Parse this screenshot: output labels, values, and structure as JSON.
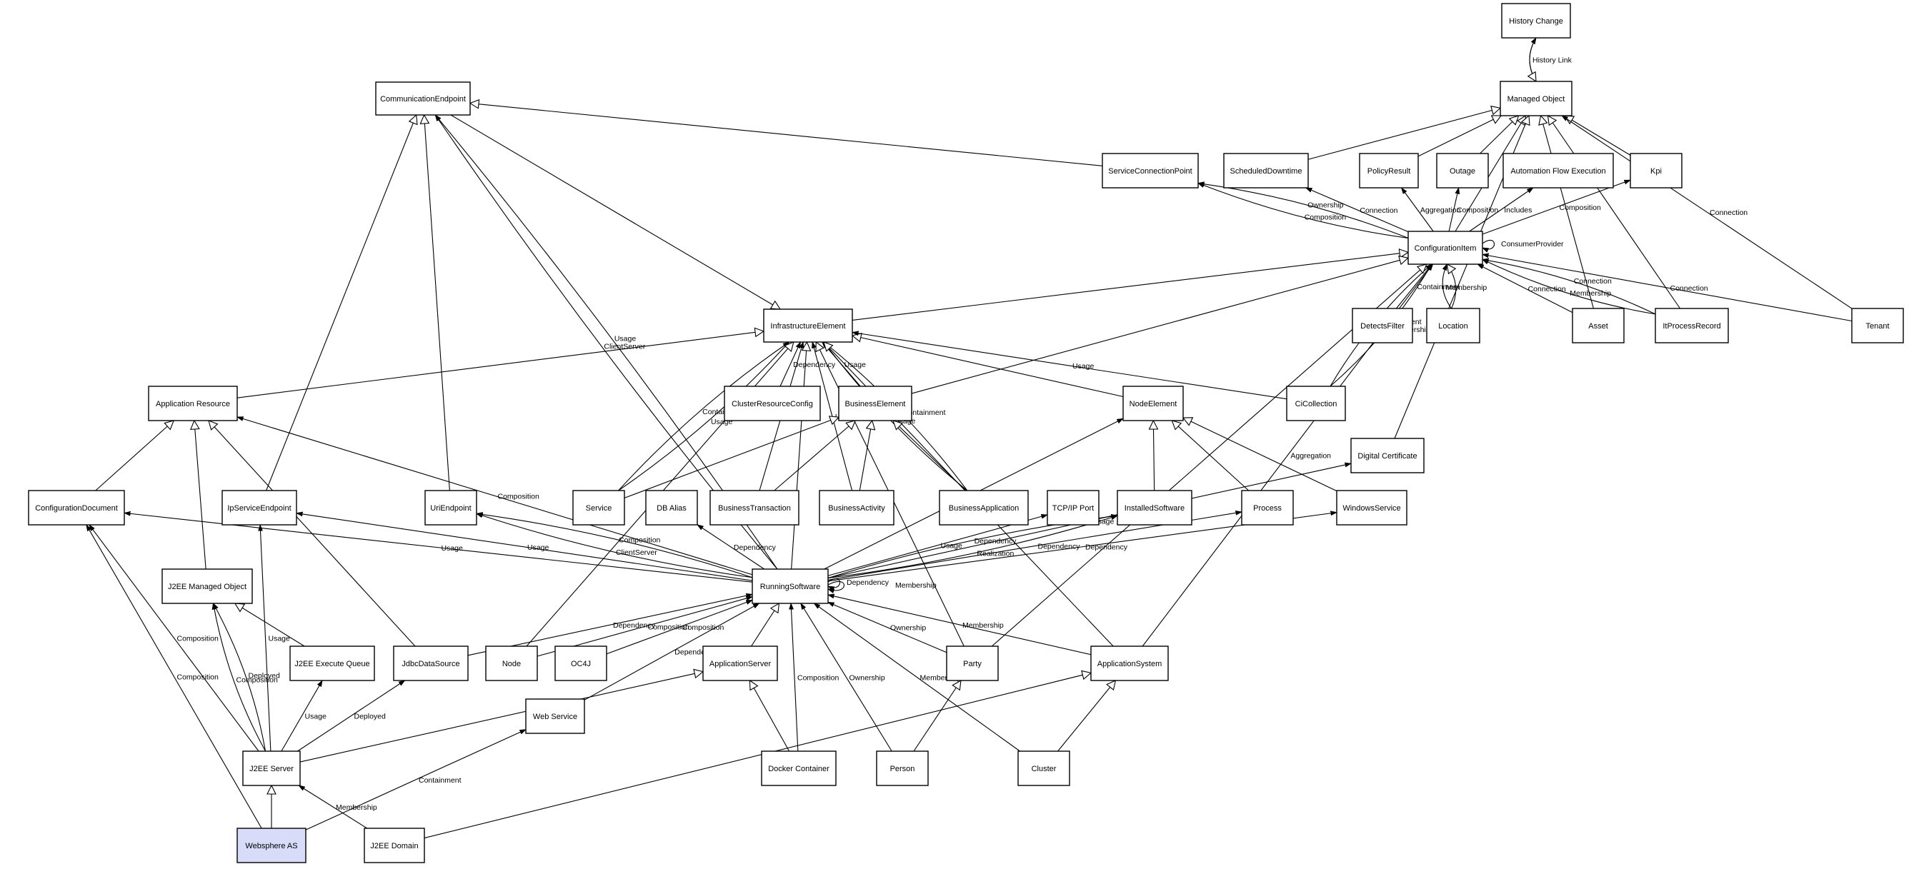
{
  "diagram": {
    "colors": {
      "stroke": "#000000",
      "node_fill": "#ffffff",
      "highlight_fill": "#d8dcf8"
    },
    "nodes": [
      {
        "id": "history_change",
        "label": "History Change"
      },
      {
        "id": "managed_object",
        "label": "Managed Object"
      },
      {
        "id": "communication_endpoint",
        "label": "CommunicationEndpoint"
      },
      {
        "id": "service_connection_point",
        "label": "ServiceConnectionPoint"
      },
      {
        "id": "scheduled_downtime",
        "label": "ScheduledDowntime"
      },
      {
        "id": "policy_result",
        "label": "PolicyResult"
      },
      {
        "id": "outage",
        "label": "Outage"
      },
      {
        "id": "automation_flow_execution",
        "label": "Automation Flow Execution"
      },
      {
        "id": "kpi",
        "label": "Kpi"
      },
      {
        "id": "configuration_item",
        "label": "ConfigurationItem"
      },
      {
        "id": "infrastructure_element",
        "label": "InfrastructureElement"
      },
      {
        "id": "detects_filter",
        "label": "DetectsFilter"
      },
      {
        "id": "location",
        "label": "Location"
      },
      {
        "id": "asset",
        "label": "Asset"
      },
      {
        "id": "itprocess_record",
        "label": "ItProcessRecord"
      },
      {
        "id": "tenant",
        "label": "Tenant"
      },
      {
        "id": "application_resource",
        "label": "Application Resource"
      },
      {
        "id": "cluster_resource_config",
        "label": "ClusterResourceConfig"
      },
      {
        "id": "business_element",
        "label": "BusinessElement"
      },
      {
        "id": "node_element",
        "label": "NodeElement"
      },
      {
        "id": "ci_collection",
        "label": "CiCollection"
      },
      {
        "id": "digital_certificate",
        "label": "Digital Certificate"
      },
      {
        "id": "configuration_document",
        "label": "ConfigurationDocument"
      },
      {
        "id": "ip_service_endpoint",
        "label": "IpServiceEndpoint"
      },
      {
        "id": "uri_endpoint",
        "label": "UriEndpoint"
      },
      {
        "id": "service",
        "label": "Service"
      },
      {
        "id": "db_alias",
        "label": "DB Alias"
      },
      {
        "id": "business_transaction",
        "label": "BusinessTransaction"
      },
      {
        "id": "business_activity",
        "label": "BusinessActivity"
      },
      {
        "id": "business_application",
        "label": "BusinessApplication"
      },
      {
        "id": "tcpip_port",
        "label": "TCP/IP Port"
      },
      {
        "id": "installed_software",
        "label": "InstalledSoftware"
      },
      {
        "id": "process",
        "label": "Process"
      },
      {
        "id": "windows_service",
        "label": "WindowsService"
      },
      {
        "id": "j2ee_managed_object",
        "label": "J2EE Managed Object"
      },
      {
        "id": "running_software",
        "label": "RunningSoftware"
      },
      {
        "id": "j2ee_execute_queue",
        "label": "J2EE Execute Queue"
      },
      {
        "id": "jdbc_data_source",
        "label": "JdbcDataSource"
      },
      {
        "id": "node",
        "label": "Node"
      },
      {
        "id": "oc4j",
        "label": "OC4J"
      },
      {
        "id": "application_server",
        "label": "ApplicationServer"
      },
      {
        "id": "party",
        "label": "Party"
      },
      {
        "id": "application_system",
        "label": "ApplicationSystem"
      },
      {
        "id": "web_service",
        "label": "Web Service"
      },
      {
        "id": "j2ee_server",
        "label": "J2EE Server"
      },
      {
        "id": "docker_container",
        "label": "Docker Container"
      },
      {
        "id": "person",
        "label": "Person"
      },
      {
        "id": "cluster",
        "label": "Cluster"
      },
      {
        "id": "websphere_as",
        "label": "Websphere AS"
      },
      {
        "id": "j2ee_domain",
        "label": "J2EE Domain"
      }
    ],
    "edges": [
      {
        "from": "managed_object",
        "to": "history_change",
        "label": "History Link",
        "arrow": "filled"
      },
      {
        "from": "history_change",
        "to": "managed_object",
        "label": "",
        "arrow": "hollow"
      },
      {
        "from": "service_connection_point",
        "to": "communication_endpoint",
        "label": "",
        "arrow": "hollow"
      },
      {
        "from": "communication_endpoint",
        "to": "infrastructure_element",
        "label": "",
        "arrow": "hollow"
      },
      {
        "from": "scheduled_downtime",
        "to": "managed_object",
        "label": "",
        "arrow": "hollow"
      },
      {
        "from": "policy_result",
        "to": "managed_object",
        "label": "",
        "arrow": "hollow"
      },
      {
        "from": "outage",
        "to": "managed_object",
        "label": "",
        "arrow": "hollow"
      },
      {
        "from": "kpi",
        "to": "managed_object",
        "label": "",
        "arrow": "hollow"
      },
      {
        "from": "configuration_item",
        "to": "managed_object",
        "label": "",
        "arrow": "hollow"
      },
      {
        "from": "digital_certificate",
        "to": "managed_object",
        "label": "",
        "arrow": "hollow"
      },
      {
        "from": "asset",
        "to": "managed_object",
        "label": "",
        "arrow": "hollow"
      },
      {
        "from": "itprocess_record",
        "to": "managed_object",
        "label": "",
        "arrow": "hollow"
      },
      {
        "from": "tenant",
        "to": "managed_object",
        "label": "Connection",
        "arrow": "filled"
      },
      {
        "from": "configuration_item",
        "to": "service_connection_point",
        "label": "Composition",
        "arrow": "filled"
      },
      {
        "from": "configuration_item",
        "to": "service_connection_point",
        "label": "Ownership",
        "arrow": "filled"
      },
      {
        "from": "configuration_item",
        "to": "scheduled_downtime",
        "label": "Connection",
        "arrow": "filled"
      },
      {
        "from": "configuration_item",
        "to": "policy_result",
        "label": "Aggregation",
        "arrow": "filled"
      },
      {
        "from": "configuration_item",
        "to": "outage",
        "label": "Composition",
        "arrow": "filled"
      },
      {
        "from": "configuration_item",
        "to": "automation_flow_execution",
        "label": "Includes",
        "arrow": "filled"
      },
      {
        "from": "configuration_item",
        "to": "kpi",
        "label": "Composition",
        "arrow": "filled"
      },
      {
        "from": "configuration_item",
        "to": "configuration_item",
        "label": "ConsumerProvider",
        "arrow": "filled"
      },
      {
        "from": "detects_filter",
        "to": "configuration_item",
        "label": "Containment",
        "arrow": "filled"
      },
      {
        "from": "location",
        "to": "configuration_item",
        "label": "Membership",
        "arrow": "filled"
      },
      {
        "from": "location",
        "to": "configuration_item",
        "label": "",
        "arrow": "hollow"
      },
      {
        "from": "ci_collection",
        "to": "configuration_item",
        "label": "Containment",
        "arrow": "filled"
      },
      {
        "from": "ci_collection",
        "to": "configuration_item",
        "label": "Membership",
        "arrow": "filled"
      },
      {
        "from": "asset",
        "to": "configuration_item",
        "label": "Connection",
        "arrow": "filled"
      },
      {
        "from": "itprocess_record",
        "to": "configuration_item",
        "label": "Membership",
        "arrow": "filled"
      },
      {
        "from": "itprocess_record",
        "to": "configuration_item",
        "label": "Connection",
        "arrow": "filled"
      },
      {
        "from": "tenant",
        "to": "configuration_item",
        "label": "Connection",
        "arrow": "filled"
      },
      {
        "from": "party",
        "to": "configuration_item",
        "label": "",
        "arrow": "hollow"
      },
      {
        "from": "application_system",
        "to": "configuration_item",
        "label": "Aggregation",
        "arrow": "filled"
      },
      {
        "from": "infrastructure_element",
        "to": "configuration_item",
        "label": "",
        "arrow": "hollow"
      },
      {
        "from": "business_element",
        "to": "configuration_item",
        "label": "",
        "arrow": "hollow"
      },
      {
        "from": "cluster_resource_config",
        "to": "infrastructure_element",
        "label": "Dependency",
        "arrow": "filled"
      },
      {
        "from": "business_element",
        "to": "infrastructure_element",
        "label": "Usage",
        "arrow": "filled"
      },
      {
        "from": "node_element",
        "to": "infrastructure_element",
        "label": "",
        "arrow": "hollow"
      },
      {
        "from": "ci_collection",
        "to": "infrastructure_element",
        "label": "Usage",
        "arrow": "filled"
      },
      {
        "from": "application_resource",
        "to": "infrastructure_element",
        "label": "",
        "arrow": "hollow"
      },
      {
        "from": "service",
        "to": "infrastructure_element",
        "label": "Containment",
        "arrow": "filled"
      },
      {
        "from": "service",
        "to": "infrastructure_element",
        "label": "Usage",
        "arrow": "filled"
      },
      {
        "from": "business_transaction",
        "to": "infrastructure_element",
        "label": "Usage",
        "arrow": "filled"
      },
      {
        "from": "business_activity",
        "to": "infrastructure_element",
        "label": "Usage",
        "arrow": "filled"
      },
      {
        "from": "business_application",
        "to": "infrastructure_element",
        "label": "Usage",
        "arrow": "filled"
      },
      {
        "from": "business_application",
        "to": "infrastructure_element",
        "label": "Containment",
        "arrow": "filled"
      },
      {
        "from": "running_software",
        "to": "infrastructure_element",
        "label": "",
        "arrow": "hollow"
      },
      {
        "from": "node",
        "to": "infrastructure_element",
        "label": "",
        "arrow": "hollow"
      },
      {
        "from": "party",
        "to": "infrastructure_element",
        "label": "",
        "arrow": "hollow"
      },
      {
        "from": "application_system",
        "to": "infrastructure_element",
        "label": "",
        "arrow": "hollow"
      },
      {
        "from": "service",
        "to": "business_element",
        "label": "",
        "arrow": "hollow"
      },
      {
        "from": "business_transaction",
        "to": "business_element",
        "label": "",
        "arrow": "hollow"
      },
      {
        "from": "business_activity",
        "to": "business_element",
        "label": "",
        "arrow": "hollow"
      },
      {
        "from": "business_application",
        "to": "business_element",
        "label": "",
        "arrow": "hollow"
      },
      {
        "from": "installed_software",
        "to": "node_element",
        "label": "",
        "arrow": "hollow"
      },
      {
        "from": "process",
        "to": "node_element",
        "label": "",
        "arrow": "hollow"
      },
      {
        "from": "windows_service",
        "to": "node_element",
        "label": "",
        "arrow": "hollow"
      },
      {
        "from": "running_software",
        "to": "node_element",
        "label": "Usage",
        "arrow": "filled"
      },
      {
        "from": "configuration_document",
        "to": "application_resource",
        "label": "",
        "arrow": "hollow"
      },
      {
        "from": "ip_service_endpoint",
        "to": "communication_endpoint",
        "label": "",
        "arrow": "hollow"
      },
      {
        "from": "uri_endpoint",
        "to": "communication_endpoint",
        "label": "",
        "arrow": "hollow"
      },
      {
        "from": "running_software",
        "to": "communication_endpoint",
        "label": "ClientServer",
        "arrow": "filled"
      },
      {
        "from": "running_software",
        "to": "communication_endpoint",
        "label": "Usage",
        "arrow": "filled"
      },
      {
        "from": "running_software",
        "to": "application_resource",
        "label": "Composition",
        "arrow": "filled"
      },
      {
        "from": "running_software",
        "to": "configuration_document",
        "label": "Usage",
        "arrow": "filled"
      },
      {
        "from": "running_software",
        "to": "ip_service_endpoint",
        "label": "Usage",
        "arrow": "filled"
      },
      {
        "from": "running_software",
        "to": "uri_endpoint",
        "label": "ClientServer",
        "arrow": "filled"
      },
      {
        "from": "running_software",
        "to": "uri_endpoint",
        "label": "Composition",
        "arrow": "filled"
      },
      {
        "from": "running_software",
        "to": "db_alias",
        "label": "Dependency",
        "arrow": "filled"
      },
      {
        "from": "running_software",
        "to": "tcpip_port",
        "label": "Usage",
        "arrow": "filled"
      },
      {
        "from": "running_software",
        "to": "installed_software",
        "label": "Dependency",
        "arrow": "filled"
      },
      {
        "from": "running_software",
        "to": "installed_software",
        "label": "Realization",
        "arrow": "filled"
      },
      {
        "from": "running_software",
        "to": "process",
        "label": "Dependency",
        "arrow": "filled"
      },
      {
        "from": "running_software",
        "to": "windows_service",
        "label": "Dependency",
        "arrow": "filled"
      },
      {
        "from": "running_software",
        "to": "digital_certificate",
        "label": "Usage",
        "arrow": "filled"
      },
      {
        "from": "running_software",
        "to": "running_software",
        "label": "Dependency",
        "arrow": "filled"
      },
      {
        "from": "running_software",
        "to": "running_software",
        "label": "Membership",
        "arrow": "filled"
      },
      {
        "from": "j2ee_managed_object",
        "to": "application_resource",
        "label": "",
        "arrow": "hollow"
      },
      {
        "from": "jdbc_data_source",
        "to": "application_resource",
        "label": "",
        "arrow": "hollow"
      },
      {
        "from": "j2ee_execute_queue",
        "to": "j2ee_managed_object",
        "label": "",
        "arrow": "hollow"
      },
      {
        "from": "jdbc_data_source",
        "to": "running_software",
        "label": "Dependency",
        "arrow": "filled"
      },
      {
        "from": "node",
        "to": "running_software",
        "label": "Composition",
        "arrow": "filled"
      },
      {
        "from": "oc4j",
        "to": "running_software",
        "label": "Composition",
        "arrow": "filled"
      },
      {
        "from": "application_server",
        "to": "running_software",
        "label": "",
        "arrow": "hollow"
      },
      {
        "from": "web_service",
        "to": "running_software",
        "label": "Dependency",
        "arrow": "filled"
      },
      {
        "from": "docker_container",
        "to": "running_software",
        "label": "Composition",
        "arrow": "filled"
      },
      {
        "from": "person",
        "to": "running_software",
        "label": "Ownership",
        "arrow": "filled"
      },
      {
        "from": "party",
        "to": "running_software",
        "label": "Ownership",
        "arrow": "filled"
      },
      {
        "from": "cluster",
        "to": "running_software",
        "label": "Membership",
        "arrow": "filled"
      },
      {
        "from": "application_system",
        "to": "running_software",
        "label": "Membership",
        "arrow": "filled"
      },
      {
        "from": "j2ee_server",
        "to": "configuration_document",
        "label": "Composition",
        "arrow": "filled"
      },
      {
        "from": "j2ee_server",
        "to": "ip_service_endpoint",
        "label": "Usage",
        "arrow": "filled"
      },
      {
        "from": "j2ee_server",
        "to": "j2ee_managed_object",
        "label": "Composition",
        "arrow": "filled"
      },
      {
        "from": "j2ee_server",
        "to": "j2ee_managed_object",
        "label": "Deployed",
        "arrow": "filled"
      },
      {
        "from": "j2ee_server",
        "to": "j2ee_execute_queue",
        "label": "Usage",
        "arrow": "filled"
      },
      {
        "from": "j2ee_server",
        "to": "jdbc_data_source",
        "label": "Deployed",
        "arrow": "filled"
      },
      {
        "from": "j2ee_server",
        "to": "application_server",
        "label": "",
        "arrow": "hollow"
      },
      {
        "from": "docker_container",
        "to": "application_server",
        "label": "",
        "arrow": "hollow"
      },
      {
        "from": "person",
        "to": "party",
        "label": "",
        "arrow": "hollow"
      },
      {
        "from": "cluster",
        "to": "application_system",
        "label": "",
        "arrow": "hollow"
      },
      {
        "from": "j2ee_domain",
        "to": "application_system",
        "label": "",
        "arrow": "hollow"
      },
      {
        "from": "websphere_as",
        "to": "j2ee_server",
        "label": "",
        "arrow": "hollow"
      },
      {
        "from": "websphere_as",
        "to": "configuration_document",
        "label": "Composition",
        "arrow": "filled"
      },
      {
        "from": "websphere_as",
        "to": "web_service",
        "label": "Containment",
        "arrow": "filled"
      },
      {
        "from": "j2ee_domain",
        "to": "j2ee_server",
        "label": "Membership",
        "arrow": "filled"
      }
    ]
  }
}
